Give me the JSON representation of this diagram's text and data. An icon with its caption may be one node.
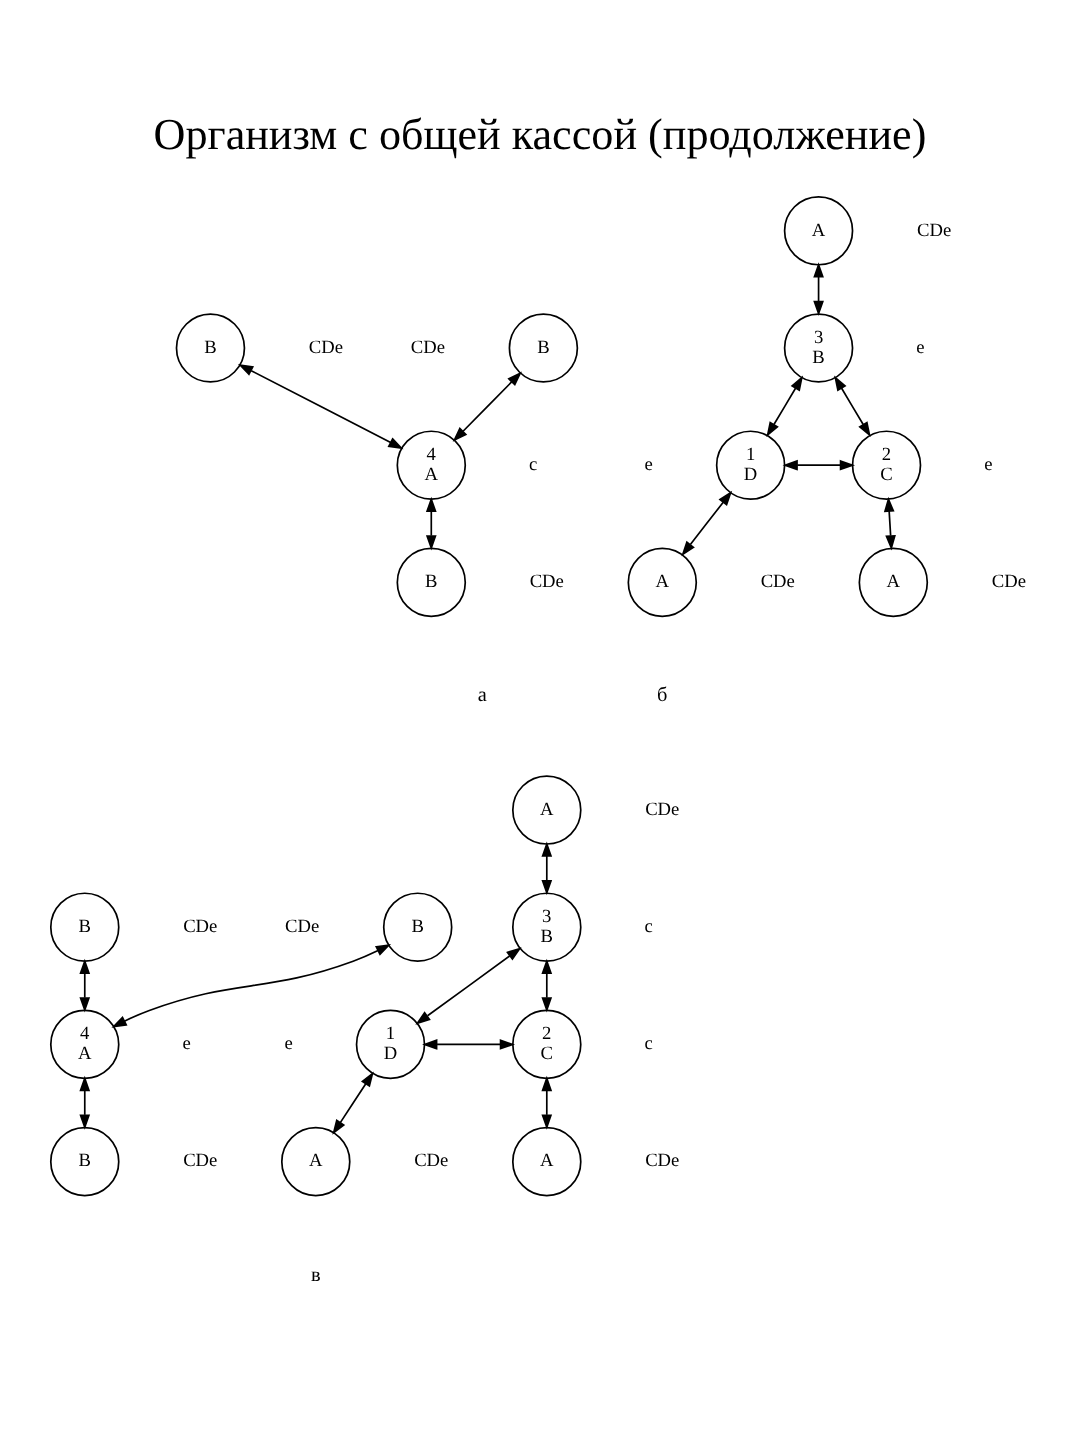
{
  "diagram": {
    "title": "Организм с общей кассой (продолжение)",
    "nodes": [
      {
        "text": [
          "4",
          "A"
        ],
        "beside": [
          "c"
        ]
      },
      {
        "text": [
          "B"
        ],
        "beside": [
          "CDe"
        ]
      },
      {
        "text": [
          "B"
        ],
        "beside": [
          "CDe"
        ]
      },
      {
        "text": [
          "B"
        ],
        "beside": [
          "CDe"
        ]
      },
      {
        "text": [
          "A"
        ],
        "beside": [
          "CDe"
        ]
      },
      {
        "text": [
          "3",
          "B"
        ],
        "beside": [
          "e"
        ]
      },
      {
        "text": [
          "1",
          "D"
        ],
        "beside": [
          "e"
        ]
      },
      {
        "text": [
          "2",
          "C"
        ],
        "beside": [
          "e"
        ]
      },
      {
        "text": [
          "A"
        ],
        "beside": [
          "CDe"
        ]
      },
      {
        "text": [
          "A"
        ],
        "beside": [
          "CDe"
        ]
      },
      {
        "text": [
          "A"
        ],
        "beside": [
          "CDe"
        ]
      },
      {
        "text": [
          "3",
          "B"
        ],
        "beside": [
          "c"
        ]
      },
      {
        "text": [
          "B"
        ],
        "beside": [
          "CDe"
        ]
      },
      {
        "text": [
          "B"
        ],
        "beside": [
          "CDe"
        ]
      },
      {
        "text": [
          "4",
          "A"
        ],
        "beside": [
          "e"
        ]
      },
      {
        "text": [
          "1",
          "D"
        ],
        "beside": [
          "e"
        ]
      },
      {
        "text": [
          "2",
          "C"
        ],
        "beside": [
          "c"
        ]
      },
      {
        "text": [
          "A"
        ],
        "beside": [
          "CDe"
        ]
      },
      {
        "text": [
          "B"
        ],
        "beside": [
          "CDe"
        ]
      },
      {
        "text": [
          "A"
        ],
        "beside": [
          "CDe"
        ]
      }
    ],
    "edges": [
      {
        "from": 1,
        "to": 0,
        "arrow": "both"
      },
      {
        "from": 2,
        "to": 0,
        "arrow": "both"
      },
      {
        "from": 0,
        "to": 3,
        "arrow": "both"
      },
      {
        "from": 4,
        "to": 5,
        "arrow": "both"
      },
      {
        "from": 5,
        "to": 6,
        "arrow": "both"
      },
      {
        "from": 5,
        "to": 7,
        "arrow": "both"
      },
      {
        "from": 6,
        "to": 7,
        "arrow": "both"
      },
      {
        "from": 6,
        "to": 8,
        "arrow": "both"
      },
      {
        "from": 7,
        "to": 9,
        "arrow": "both"
      },
      {
        "from": 10,
        "to": 11,
        "arrow": "both"
      },
      {
        "from": 11,
        "to": 15,
        "arrow": "both"
      },
      {
        "from": 11,
        "to": 16,
        "arrow": "both"
      },
      {
        "from": 12,
        "to": 14,
        "arrow": "both"
      },
      {
        "from": 13,
        "to": 14,
        "arrow": "both"
      },
      {
        "from": 14,
        "to": 18,
        "arrow": "both"
      },
      {
        "from": 15,
        "to": 16,
        "arrow": "both"
      },
      {
        "from": 15,
        "to": 17,
        "arrow": "both"
      },
      {
        "from": 16,
        "to": 19,
        "arrow": "both"
      }
    ],
    "labels": [
      "а",
      "б",
      "в"
    ]
  }
}
